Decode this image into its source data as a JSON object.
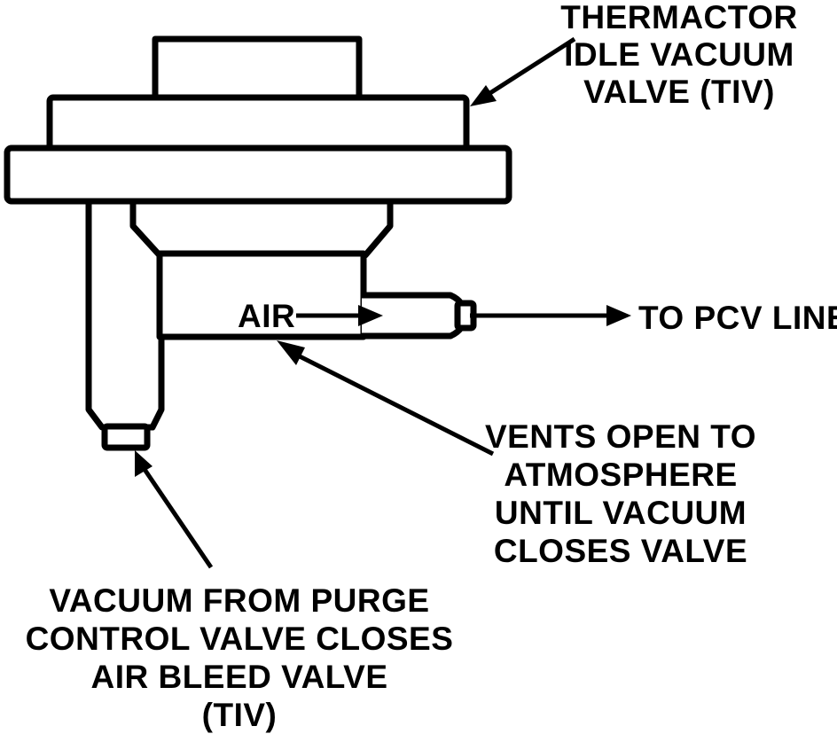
{
  "colors": {
    "ink": "#000000",
    "paper": "#ffffff"
  },
  "labels": {
    "tiv_title": [
      "THERMACTOR",
      "IDLE VACUUM",
      "VALVE (TIV)"
    ],
    "air": "AIR",
    "pcv": "TO PCV LINE",
    "vents": [
      "VENTS OPEN TO",
      "ATMOSPHERE",
      "UNTIL VACUUM",
      "CLOSES VALVE"
    ],
    "vacuum": [
      "VACUUM FROM PURGE",
      "CONTROL VALVE CLOSES",
      "AIR BLEED VALVE",
      "(TIV)"
    ]
  }
}
